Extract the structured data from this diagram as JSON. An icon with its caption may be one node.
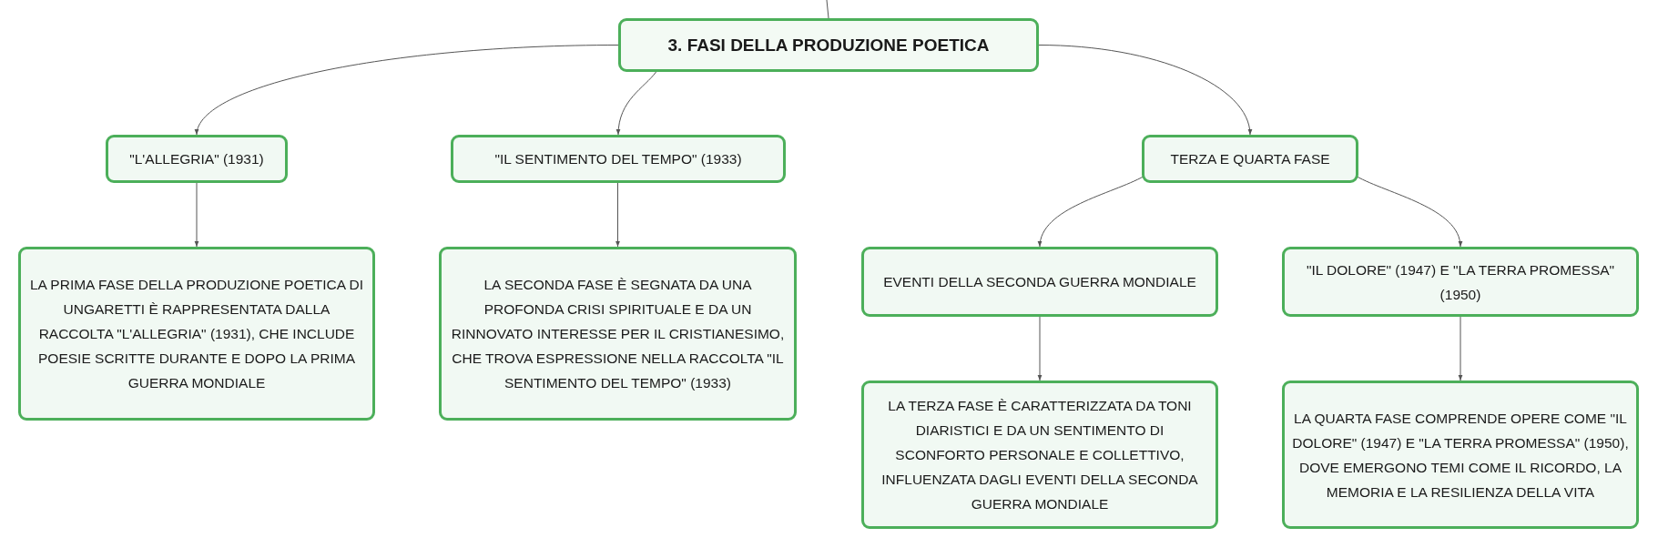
{
  "diagram": {
    "nodes": [
      {
        "text": [
          "3. FASI DELLA PRODUZIONE POETICA"
        ]
      },
      {
        "text": [
          "\"L'ALLEGRIA\" (1931)"
        ]
      },
      {
        "text": [
          "\"IL SENTIMENTO DEL TEMPO\" (1933)"
        ]
      },
      {
        "text": [
          "TERZA E QUARTA FASE"
        ]
      },
      {
        "text": [
          "LA PRIMA FASE DELLA PRODUZIONE POETICA DI UNGARETTI È RAPPRESENTATA DALLA RACCOLTA \"L'ALLEGRIA\" (1931), CHE INCLUDE POESIE SCRITTE DURANTE E DOPO LA PRIMA GUERRA MONDIALE"
        ]
      },
      {
        "text": [
          "LA SECONDA FASE È SEGNATA DA UNA PROFONDA CRISI SPIRITUALE E DA UN RINNOVATO INTERESSE PER IL CRISTIANESIMO, CHE TROVA ESPRESSIONE NELLA RACCOLTA \"IL SENTIMENTO DEL TEMPO\" (1933)"
        ]
      },
      {
        "text": [
          "EVENTI DELLA SECONDA GUERRA MONDIALE"
        ]
      },
      {
        "text": [
          "\"IL DOLORE\" (1947) E \"LA TERRA PROMESSA\" (1950)"
        ]
      },
      {
        "text": [
          "LA TERZA FASE È CARATTERIZZATA DA TONI DIARISTICI E DA UN SENTIMENTO DI SCONFORTO PERSONALE E COLLETTIVO, INFLUENZATA DAGLI EVENTI DELLA SECONDA GUERRA MONDIALE"
        ]
      },
      {
        "text": [
          "LA QUARTA FASE COMPRENDE OPERE COME \"IL DOLORE\" (1947) E \"LA TERRA PROMESSA\" (1950), DOVE EMERGONO TEMI COME IL RICORDO, LA MEMORIA E LA RESILIENZA DELLA VITA"
        ]
      }
    ],
    "edges": [
      {
        "from": null,
        "to": 0,
        "arrow": "none"
      },
      {
        "from": 0,
        "to": 1,
        "arrow": "to"
      },
      {
        "from": 0,
        "to": 2,
        "arrow": "to"
      },
      {
        "from": 0,
        "to": 3,
        "arrow": "to"
      },
      {
        "from": 1,
        "to": 4,
        "arrow": "to"
      },
      {
        "from": 2,
        "to": 5,
        "arrow": "to"
      },
      {
        "from": 3,
        "to": 6,
        "arrow": "to"
      },
      {
        "from": 3,
        "to": 7,
        "arrow": "to"
      },
      {
        "from": 6,
        "to": 8,
        "arrow": "to"
      },
      {
        "from": 7,
        "to": 9,
        "arrow": "to"
      }
    ]
  }
}
